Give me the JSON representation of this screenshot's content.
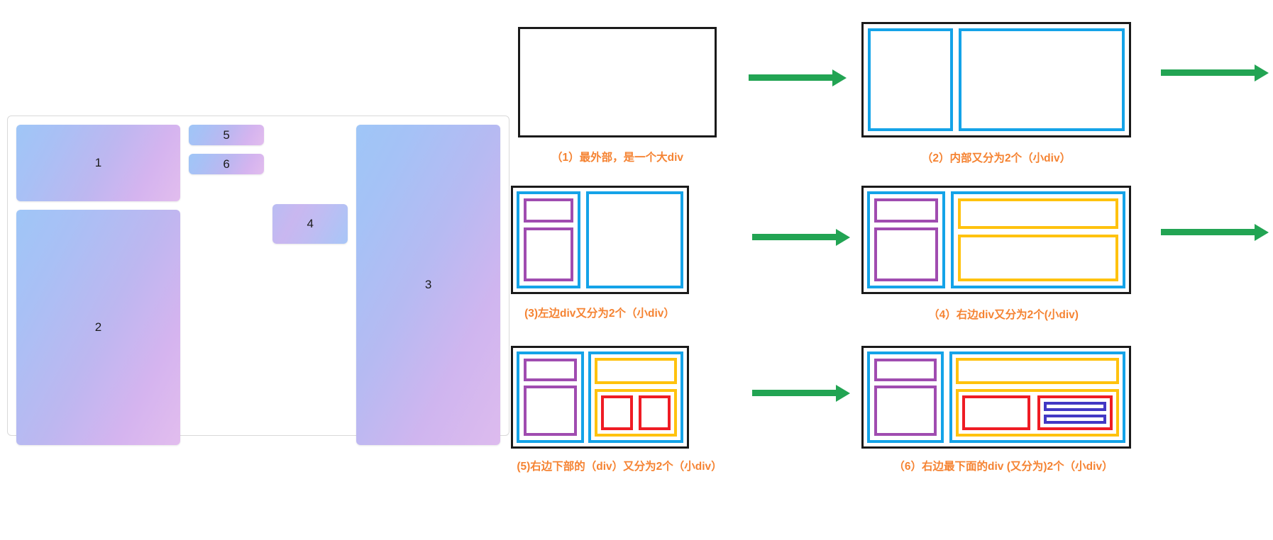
{
  "preview": {
    "name": "grid-layout-preview",
    "cells": [
      {
        "label": "1"
      },
      {
        "label": "2"
      },
      {
        "label": "3"
      },
      {
        "label": "4"
      },
      {
        "label": "5"
      },
      {
        "label": "6"
      }
    ],
    "gradient_start": "#9fc6f7",
    "gradient_end": "#e2bdee",
    "panel_border": "#d9d9d9"
  },
  "diagrams": {
    "caption_color": "#f58332",
    "arrow_color": "#22a453",
    "outer_border_color": "#1a1a1a",
    "box_colors": {
      "blue": "#14a3e8",
      "purple": "#a04cb0",
      "yellow": "#ffc20e",
      "red": "#ef1c24",
      "navy": "#4238c4"
    },
    "steps": [
      {
        "id": "step-1",
        "caption": "（1）最外部，是一个大div"
      },
      {
        "id": "step-2",
        "caption": "（2）内部又分为2个（小div）"
      },
      {
        "id": "step-3",
        "caption": "(3)左边div又分为2个（小div）"
      },
      {
        "id": "step-4",
        "caption": "（4）右边div又分为2个(小div)"
      },
      {
        "id": "step-5",
        "caption": "(5)右边下部的（div）又分为2个（小div）"
      },
      {
        "id": "step-6",
        "caption": "（6）右边最下面的div (又分为)2个（小div）"
      }
    ]
  }
}
